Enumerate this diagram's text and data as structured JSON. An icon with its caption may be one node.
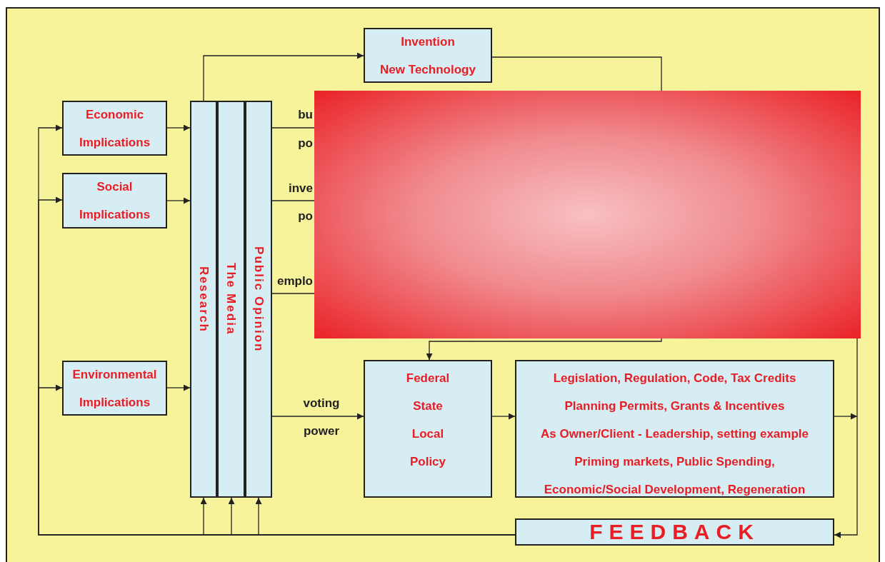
{
  "diagram": {
    "nodes": [
      {
        "text": [
          "Economic Implications"
        ]
      },
      {
        "text": [
          "Social Implications"
        ]
      },
      {
        "text": [
          "Environmental Implications"
        ]
      },
      {
        "text": [
          "Research"
        ]
      },
      {
        "text": [
          "The Media"
        ]
      },
      {
        "text": [
          "Public Opinion"
        ]
      },
      {
        "text": [
          "Invention",
          "New Technology"
        ]
      },
      {
        "text": [
          "Federal",
          "State",
          "Local",
          "Policy"
        ]
      },
      {
        "text": [
          "Legislation, Regulation, Code, Tax Credits",
          "Planning Permits, Grants & Incentives",
          "As Owner/Client - Leadership, setting example",
          "Priming markets, Public Spending,",
          "Economic/Social Development, Regeneration"
        ]
      },
      {
        "text": [
          "FEEDBACK"
        ]
      }
    ],
    "edges": [
      {
        "from": 0,
        "to": 3,
        "arrow": "to"
      },
      {
        "from": 1,
        "to": 3,
        "arrow": "to"
      },
      {
        "from": 2,
        "to": 3,
        "arrow": "to"
      },
      {
        "from": 3,
        "to": 6,
        "arrow": "to"
      },
      {
        "from": 6,
        "to": null,
        "arrow": "none"
      },
      {
        "from": null,
        "to": 7,
        "arrow": "to"
      },
      {
        "from": 5,
        "to": null,
        "arrow": "none"
      },
      {
        "from": 5,
        "to": null,
        "arrow": "none"
      },
      {
        "from": 5,
        "to": null,
        "arrow": "none"
      },
      {
        "from": 5,
        "to": 7,
        "arrow": "to",
        "label": "voting power"
      },
      {
        "from": 7,
        "to": 8,
        "arrow": "to"
      },
      {
        "from": 8,
        "to": null,
        "arrow": "to"
      },
      {
        "from": null,
        "to": 9,
        "arrow": "to"
      },
      {
        "from": 9,
        "to": 0,
        "arrow": "to"
      },
      {
        "from": 9,
        "to": 1,
        "arrow": "to"
      },
      {
        "from": 9,
        "to": 2,
        "arrow": "to"
      },
      {
        "from": 9,
        "to": 3,
        "arrow": "to"
      },
      {
        "from": 9,
        "to": 4,
        "arrow": "to"
      },
      {
        "from": 9,
        "to": 5,
        "arrow": "to"
      }
    ],
    "labels": [
      "bu",
      "po",
      "inve",
      "po",
      "emplo"
    ]
  }
}
